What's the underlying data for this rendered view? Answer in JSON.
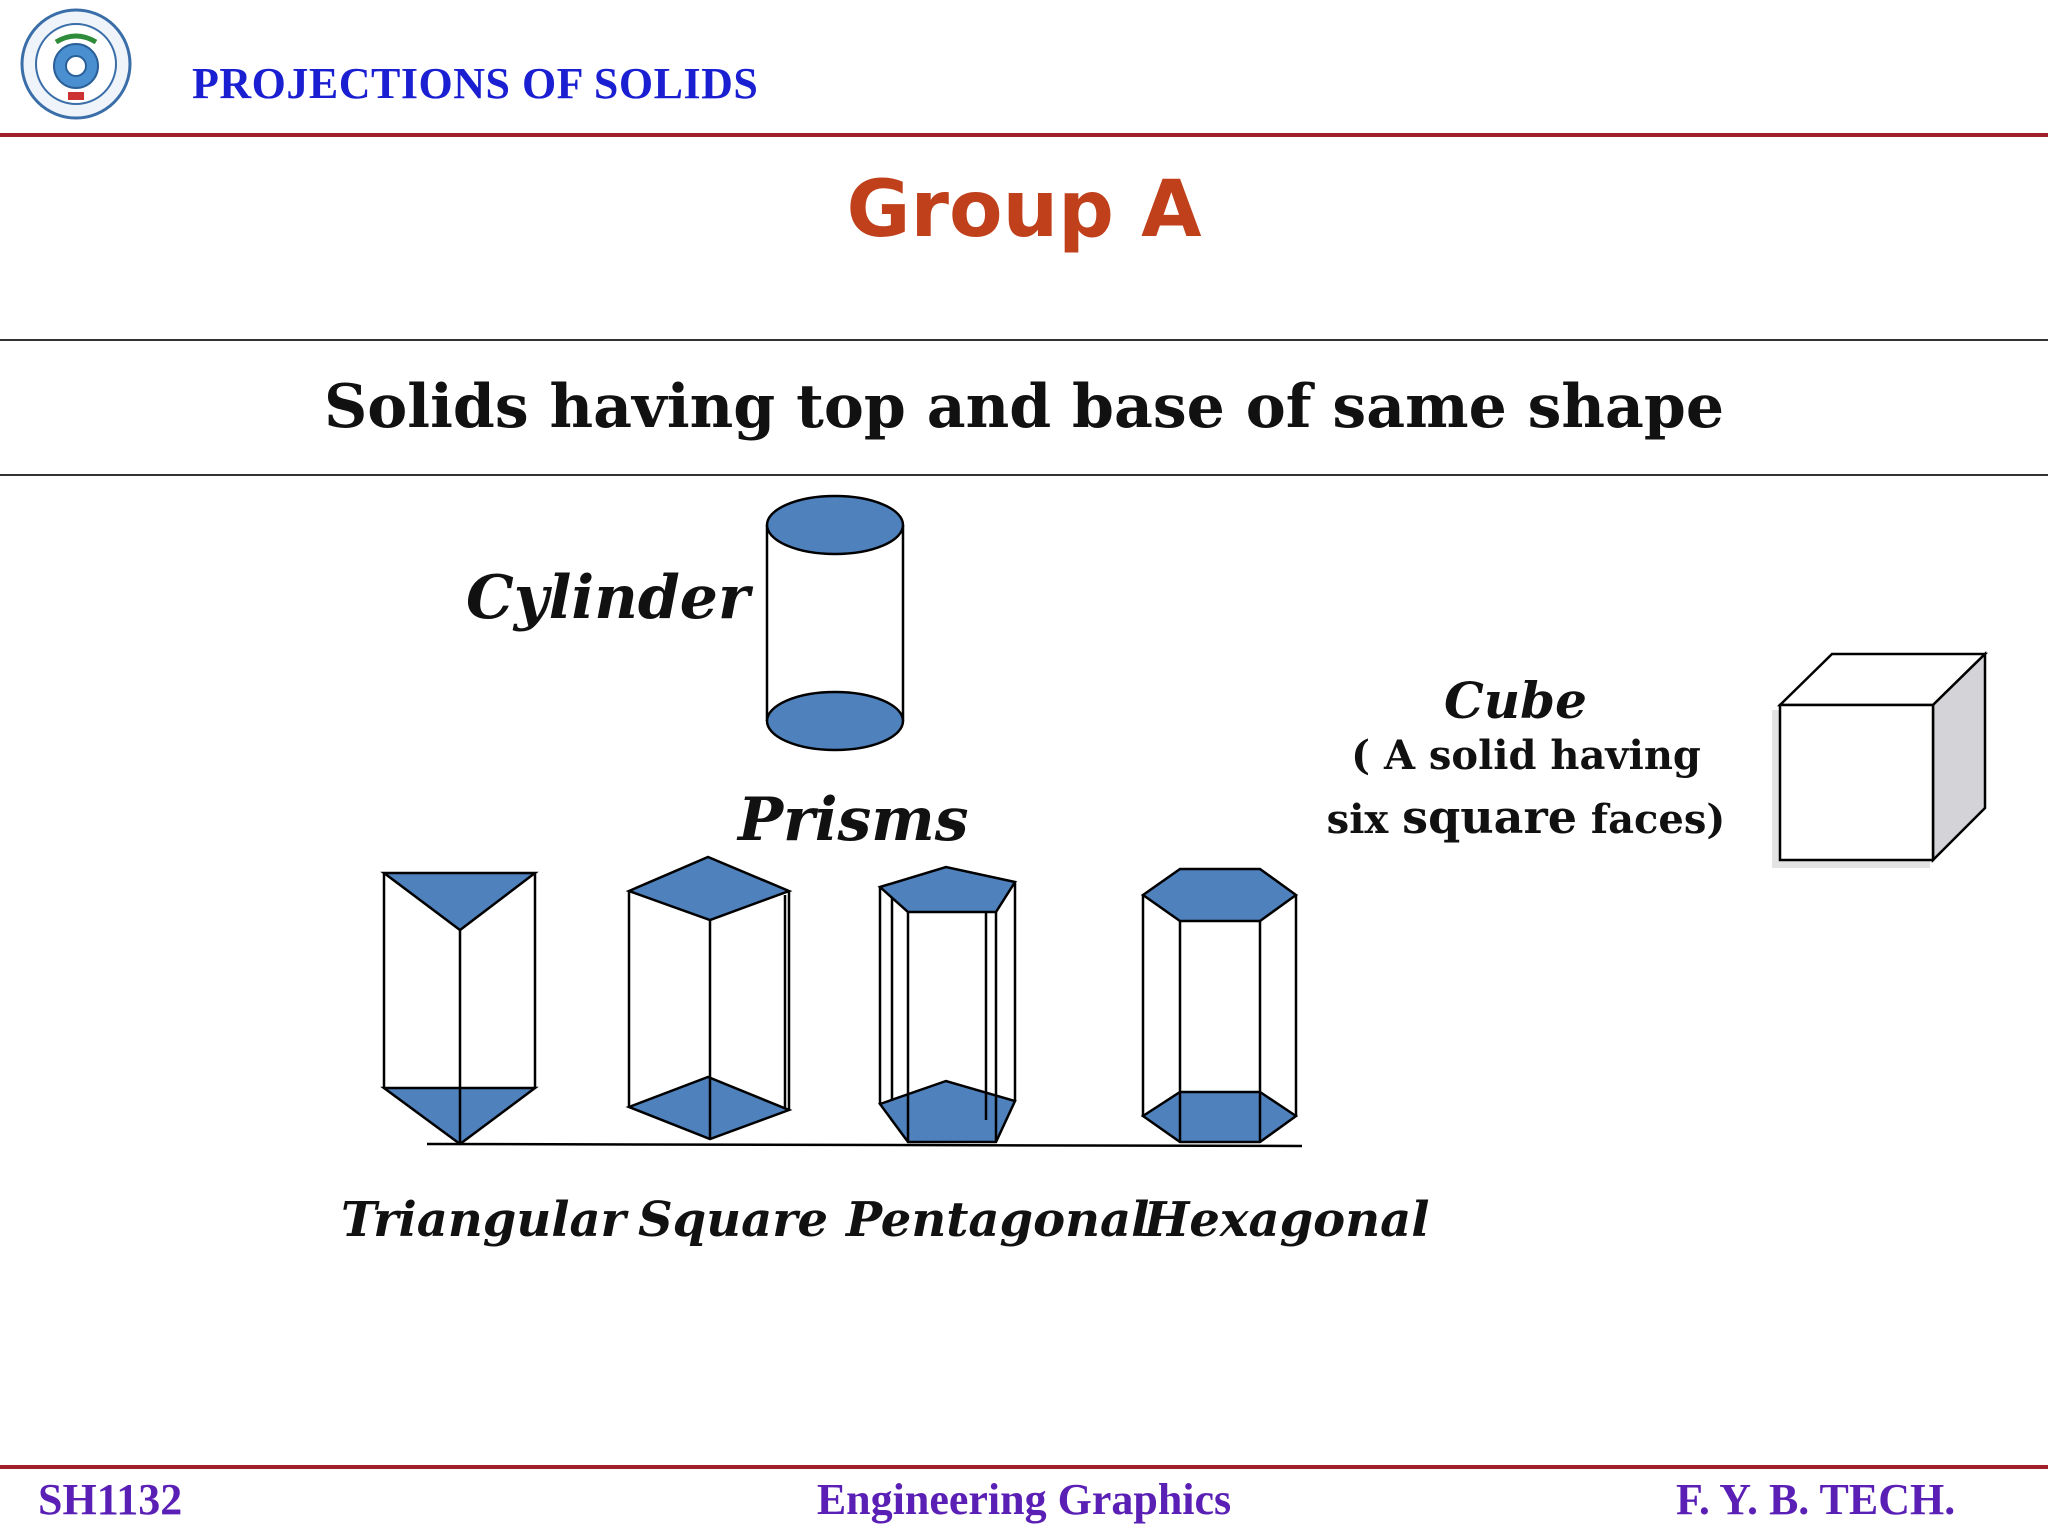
{
  "header": {
    "title": "PROJECTIONS OF SOLIDS"
  },
  "slide": {
    "heading": "Group A",
    "subtitle": "Solids having top and base of same shape",
    "cylinder_label": "Cylinder",
    "prisms_label": "Prisms",
    "prism_types": [
      "Triangular",
      "Square",
      "Pentagonal",
      "Hexagonal"
    ],
    "cube": {
      "label": "Cube",
      "desc_line1": "( A solid having",
      "desc_line2_a": "six ",
      "desc_line2_b": "square",
      "desc_line2_c": " faces)"
    }
  },
  "footer": {
    "course_code": "SH1132",
    "course_name": "Engineering Graphics",
    "class_name": "F. Y. B. TECH."
  },
  "colors": {
    "accent_red": "#a0202a",
    "header_blue": "#1a1fd1",
    "heading_orange": "#c0401c",
    "footer_purple": "#5a1fb5",
    "shape_fill": "#4f81bd"
  }
}
